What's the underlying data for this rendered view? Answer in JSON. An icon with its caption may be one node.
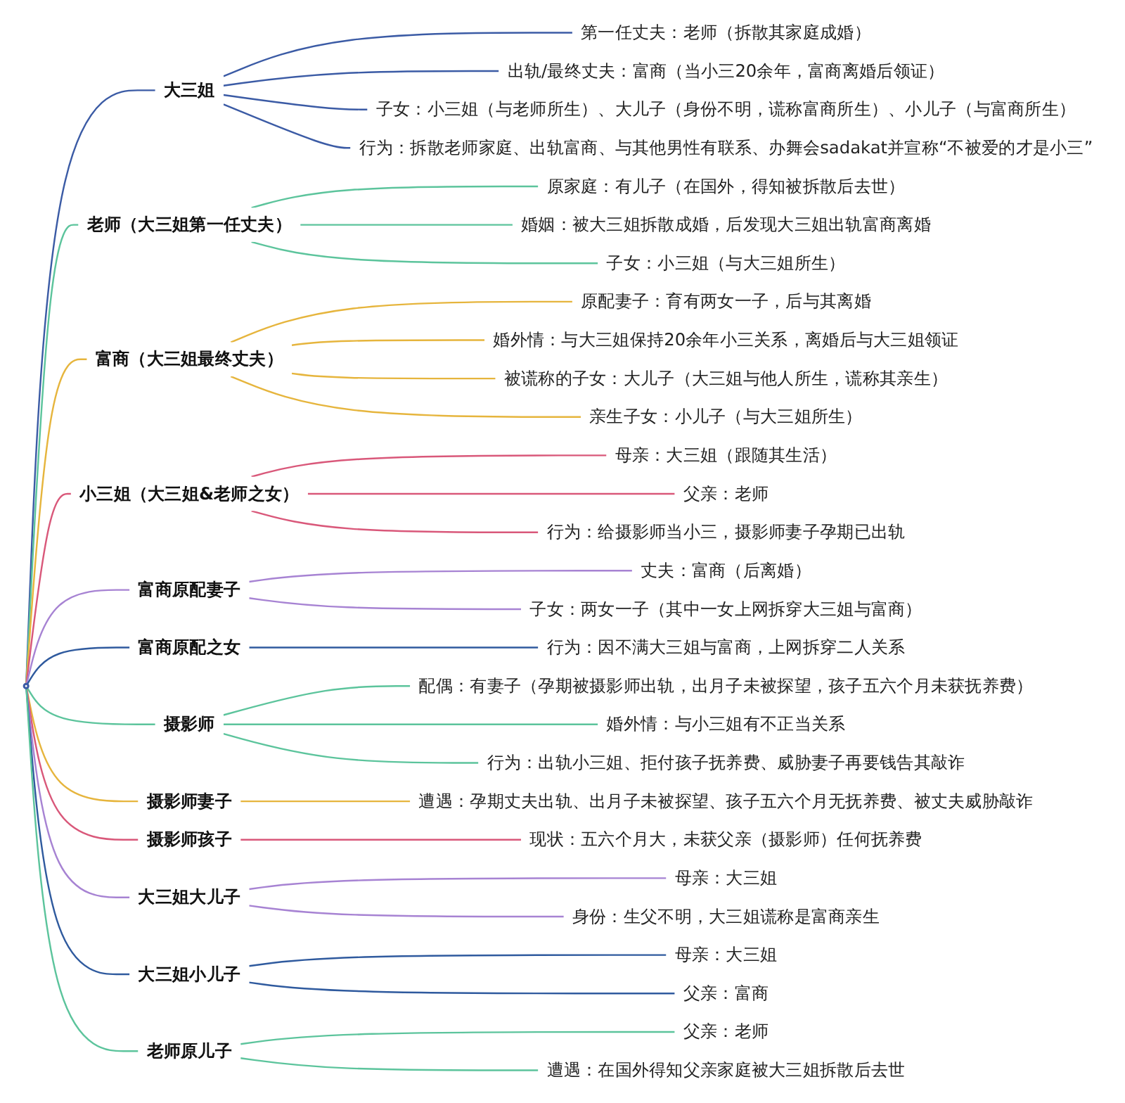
{
  "diagram": {
    "nodes": [
      {
        "text": [],
        "shape": "circle"
      },
      {
        "text": [
          "大三姐"
        ]
      },
      {
        "text": [
          "第一任丈夫：老师（拆散其家庭成婚）"
        ]
      },
      {
        "text": [
          "出轨/最终丈夫：富商（当小三20余年，富商离婚后领证）"
        ]
      },
      {
        "text": [
          "子女：小三姐（与老师所生）、大儿子（身份不明，谎称富商所生）、小儿子（与富商所生）"
        ]
      },
      {
        "text": [
          "行为：拆散老师家庭、出轨富商、与其他男性有联系、办舞会sadakat并宣称“不被爱的才是小三”"
        ]
      },
      {
        "text": [
          "老师（大三姐第一任丈夫）"
        ]
      },
      {
        "text": [
          "原家庭：有儿子（在国外，得知被拆散后去世）"
        ]
      },
      {
        "text": [
          "婚姻：被大三姐拆散成婚，后发现大三姐出轨富商离婚"
        ]
      },
      {
        "text": [
          "子女：小三姐（与大三姐所生）"
        ]
      },
      {
        "text": [
          "富商（大三姐最终丈夫）"
        ]
      },
      {
        "text": [
          "原配妻子：育有两女一子，后与其离婚"
        ]
      },
      {
        "text": [
          "婚外情：与大三姐保持20余年小三关系，离婚后与大三姐领证"
        ]
      },
      {
        "text": [
          "被谎称的子女：大儿子（大三姐与他人所生，谎称其亲生）"
        ]
      },
      {
        "text": [
          "亲生子女：小儿子（与大三姐所生）"
        ]
      },
      {
        "text": [
          "小三姐（大三姐&老师之女）"
        ]
      },
      {
        "text": [
          "母亲：大三姐（跟随其生活）"
        ]
      },
      {
        "text": [
          "父亲：老师"
        ]
      },
      {
        "text": [
          "行为：给摄影师当小三，摄影师妻子孕期已出轨"
        ]
      },
      {
        "text": [
          "富商原配妻子"
        ]
      },
      {
        "text": [
          "丈夫：富商（后离婚）"
        ]
      },
      {
        "text": [
          "子女：两女一子（其中一女上网拆穿大三姐与富商）"
        ]
      },
      {
        "text": [
          "富商原配之女"
        ]
      },
      {
        "text": [
          "行为：因不满大三姐与富商，上网拆穿二人关系"
        ]
      },
      {
        "text": [
          "摄影师"
        ]
      },
      {
        "text": [
          "配偶：有妻子（孕期被摄影师出轨，出月子未被探望，孩子五六个月未获抚养费）"
        ]
      },
      {
        "text": [
          "婚外情：与小三姐有不正当关系"
        ]
      },
      {
        "text": [
          "行为：出轨小三姐、拒付孩子抚养费、威胁妻子再要钱告其敲诈"
        ]
      },
      {
        "text": [
          "摄影师妻子"
        ]
      },
      {
        "text": [
          "遭遇：孕期丈夫出轨、出月子未被探望、孩子五六个月无抚养费、被丈夫威胁敲诈"
        ]
      },
      {
        "text": [
          "摄影师孩子"
        ]
      },
      {
        "text": [
          "现状：五六个月大，未获父亲（摄影师）任何抚养费"
        ]
      },
      {
        "text": [
          "大三姐大儿子"
        ]
      },
      {
        "text": [
          "母亲：大三姐"
        ]
      },
      {
        "text": [
          "身份：生父不明，大三姐谎称是富商亲生"
        ]
      },
      {
        "text": [
          "大三姐小儿子"
        ]
      },
      {
        "text": [
          "母亲：大三姐"
        ]
      },
      {
        "text": [
          "父亲：富商"
        ]
      },
      {
        "text": [
          "老师原儿子"
        ]
      },
      {
        "text": [
          "父亲：老师"
        ]
      },
      {
        "text": [
          "遭遇：在国外得知父亲家庭被大三姐拆散后去世"
        ]
      }
    ],
    "edges": [
      {
        "from": 0,
        "to": 1,
        "arrow": "none",
        "color": "#3b5ba5"
      },
      {
        "from": 1,
        "to": 2,
        "arrow": "none",
        "color": "#3b5ba5"
      },
      {
        "from": 1,
        "to": 3,
        "arrow": "none",
        "color": "#3b5ba5"
      },
      {
        "from": 1,
        "to": 4,
        "arrow": "none",
        "color": "#3b5ba5"
      },
      {
        "from": 1,
        "to": 5,
        "arrow": "none",
        "color": "#3b5ba5"
      },
      {
        "from": 0,
        "to": 6,
        "arrow": "none",
        "color": "#5cc49c"
      },
      {
        "from": 6,
        "to": 7,
        "arrow": "none",
        "color": "#5cc49c"
      },
      {
        "from": 6,
        "to": 8,
        "arrow": "none",
        "color": "#5cc49c"
      },
      {
        "from": 6,
        "to": 9,
        "arrow": "none",
        "color": "#5cc49c"
      },
      {
        "from": 0,
        "to": 10,
        "arrow": "none",
        "color": "#e6b53d"
      },
      {
        "from": 10,
        "to": 11,
        "arrow": "none",
        "color": "#e6b53d"
      },
      {
        "from": 10,
        "to": 12,
        "arrow": "none",
        "color": "#e6b53d"
      },
      {
        "from": 10,
        "to": 13,
        "arrow": "none",
        "color": "#e6b53d"
      },
      {
        "from": 10,
        "to": 14,
        "arrow": "none",
        "color": "#e6b53d"
      },
      {
        "from": 0,
        "to": 15,
        "arrow": "none",
        "color": "#d9587a"
      },
      {
        "from": 15,
        "to": 16,
        "arrow": "none",
        "color": "#d9587a"
      },
      {
        "from": 15,
        "to": 17,
        "arrow": "none",
        "color": "#d9587a"
      },
      {
        "from": 15,
        "to": 18,
        "arrow": "none",
        "color": "#d9587a"
      },
      {
        "from": 0,
        "to": 19,
        "arrow": "none",
        "color": "#a783d3"
      },
      {
        "from": 19,
        "to": 20,
        "arrow": "none",
        "color": "#a783d3"
      },
      {
        "from": 19,
        "to": 21,
        "arrow": "none",
        "color": "#a783d3"
      },
      {
        "from": 0,
        "to": 22,
        "arrow": "none",
        "color": "#2f5a9e"
      },
      {
        "from": 22,
        "to": 23,
        "arrow": "none",
        "color": "#2f5a9e"
      },
      {
        "from": 0,
        "to": 24,
        "arrow": "none",
        "color": "#5cc49c"
      },
      {
        "from": 24,
        "to": 25,
        "arrow": "none",
        "color": "#5cc49c"
      },
      {
        "from": 24,
        "to": 26,
        "arrow": "none",
        "color": "#5cc49c"
      },
      {
        "from": 24,
        "to": 27,
        "arrow": "none",
        "color": "#5cc49c"
      },
      {
        "from": 0,
        "to": 28,
        "arrow": "none",
        "color": "#e6b53d"
      },
      {
        "from": 28,
        "to": 29,
        "arrow": "none",
        "color": "#e6b53d"
      },
      {
        "from": 0,
        "to": 30,
        "arrow": "none",
        "color": "#d9587a"
      },
      {
        "from": 30,
        "to": 31,
        "arrow": "none",
        "color": "#d9587a"
      },
      {
        "from": 0,
        "to": 32,
        "arrow": "none",
        "color": "#a783d3"
      },
      {
        "from": 32,
        "to": 33,
        "arrow": "none",
        "color": "#a783d3"
      },
      {
        "from": 32,
        "to": 34,
        "arrow": "none",
        "color": "#a783d3"
      },
      {
        "from": 0,
        "to": 35,
        "arrow": "none",
        "color": "#2f5a9e"
      },
      {
        "from": 35,
        "to": 36,
        "arrow": "none",
        "color": "#2f5a9e"
      },
      {
        "from": 35,
        "to": 37,
        "arrow": "none",
        "color": "#2f5a9e"
      },
      {
        "from": 0,
        "to": 38,
        "arrow": "none",
        "color": "#5cc49c"
      },
      {
        "from": 38,
        "to": 39,
        "arrow": "none",
        "color": "#5cc49c"
      },
      {
        "from": 38,
        "to": 40,
        "arrow": "none",
        "color": "#5cc49c"
      }
    ]
  }
}
